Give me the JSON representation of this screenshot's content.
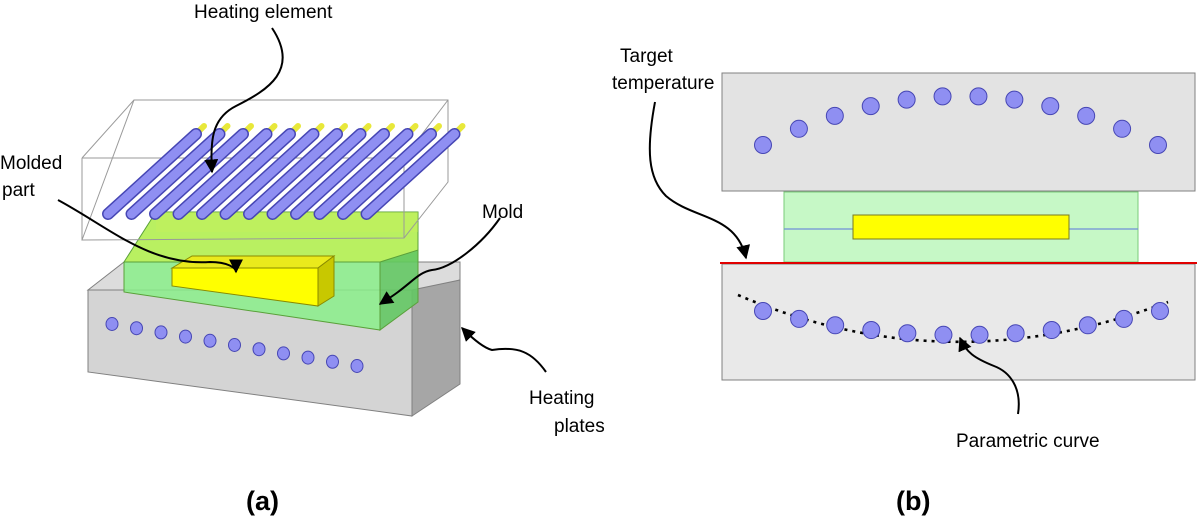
{
  "panel_a": {
    "caption": "(a)",
    "labels": {
      "heating_element": "Heating element",
      "molded_part_line1": "Molded",
      "molded_part_line2": "part",
      "mold": "Mold",
      "heating_plates_line1": "Heating",
      "heating_plates_line2": "plates"
    },
    "heater_rod_count": 12,
    "plate_hole_count": 11
  },
  "panel_b": {
    "caption": "(b)",
    "labels": {
      "target_temperature_line1": "Target",
      "target_temperature_line2": "temperature",
      "parametric_curve": "Parametric curve"
    },
    "top_heater_count": 12,
    "bottom_heater_count": 12
  },
  "colors": {
    "heater_fill": "#8f8ff2",
    "heater_stroke": "#4646b4",
    "mold_green": "#bff5bf",
    "mold_green_dark": "#6cd24c",
    "part_yellow": "#ffff00",
    "plate_gray": "#e3e3e3",
    "plate_gray_dark": "#9a9a9a",
    "target_line": "#e00000"
  }
}
